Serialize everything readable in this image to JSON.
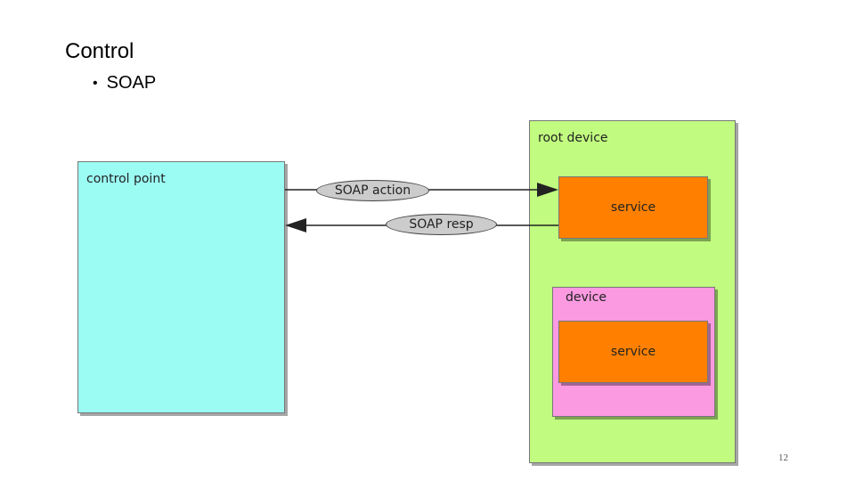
{
  "slide": {
    "title": "Control",
    "bullet": "SOAP",
    "page_number": "12"
  },
  "diagram": {
    "control_point_label": "control point",
    "root_device_label": "root device",
    "device_label": "device",
    "service_label": "service",
    "soap_action_label": "SOAP action",
    "soap_resp_label": "SOAP resp"
  },
  "colors": {
    "control_point": "#9bfcf3",
    "root_device": "#c1fb7f",
    "device": "#fb9ae1",
    "service": "#ff8000",
    "message": "#cccccc"
  }
}
